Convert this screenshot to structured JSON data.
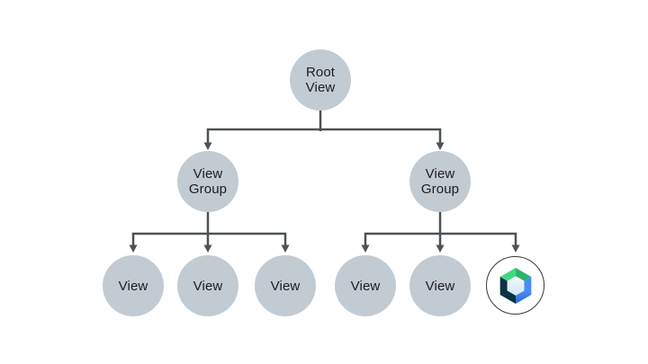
{
  "diagram": {
    "type": "tree",
    "description": "Android view hierarchy tree with a Jetpack Compose node as one leaf",
    "colors": {
      "background": "#ffffff",
      "node_fill": "#c3cbd2",
      "connector": "#4c5257",
      "text": "#1c1d1f",
      "compose_ring": "#34383c",
      "compose_green_light": "#40d984",
      "compose_green_dark": "#2fb36c",
      "compose_blue_light": "#4a8cf5",
      "compose_blue_dark": "#2e68c8",
      "compose_navy": "#0b3145",
      "compose_inner_light": "#f4fafd",
      "compose_inner_dark": "#cfe6f3"
    },
    "nodes": {
      "root": {
        "line1": "Root",
        "line2": "View"
      },
      "group_left": {
        "line1": "View",
        "line2": "Group"
      },
      "group_right": {
        "line1": "View",
        "line2": "Group"
      },
      "leaf_1": {
        "label": "View"
      },
      "leaf_2": {
        "label": "View"
      },
      "leaf_3": {
        "label": "View"
      },
      "leaf_4": {
        "label": "View"
      },
      "leaf_5": {
        "label": "View"
      },
      "compose": {
        "icon": "jetpack-compose-logo"
      }
    }
  }
}
